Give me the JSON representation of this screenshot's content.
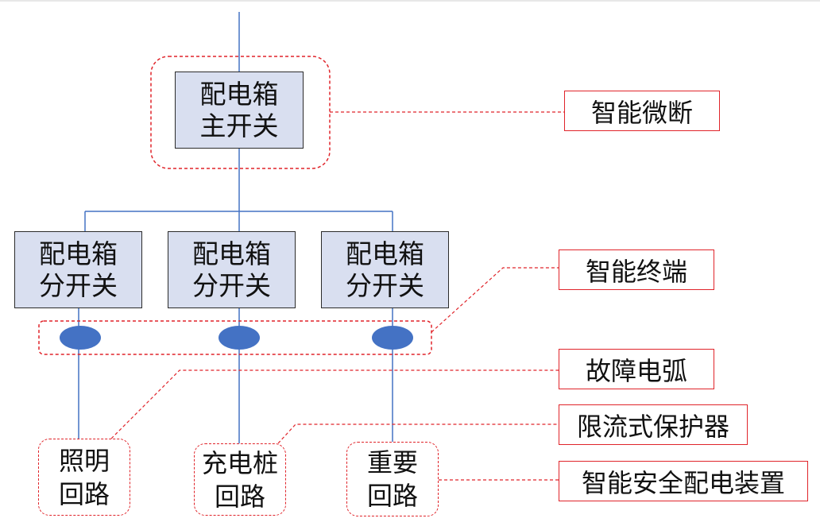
{
  "main_switch": {
    "line1": "配电箱",
    "line2": "主开关"
  },
  "branch_switches": [
    {
      "line1": "配电箱",
      "line2": "分开关"
    },
    {
      "line1": "配电箱",
      "line2": "分开关"
    },
    {
      "line1": "配电箱",
      "line2": "分开关"
    }
  ],
  "circuits": [
    {
      "line1": "照明",
      "line2": "回路"
    },
    {
      "line1": "充电桩",
      "line2": "回路"
    },
    {
      "line1": "重要",
      "line2": "回路"
    }
  ],
  "callouts": {
    "smart_breaker": "智能微断",
    "smart_terminal": "智能终端",
    "arc_fault": "故障电弧",
    "current_limiter": "限流式保护器",
    "safety_device": "智能安全配电装置"
  },
  "colors": {
    "wire": "#4472c4",
    "dashed": "#e0242a",
    "box_fill": "#d9dff0",
    "node_fill": "#4472c4"
  }
}
